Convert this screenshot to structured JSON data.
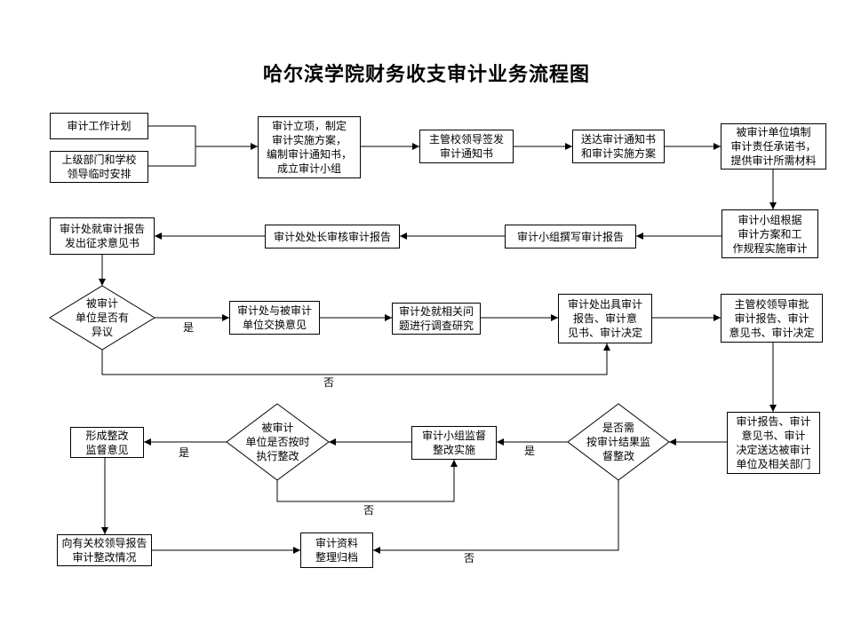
{
  "title": "哈尔滨学院财务收支审计业务流程图",
  "nodes": {
    "n1": "审计工作计划",
    "n2": "上级部门和学校\n领导临时安排",
    "n3": "审计立项，制定\n审计实施方案，\n编制审计通知书，\n成立审计小组",
    "n4": "主管校领导签发\n审计通知书",
    "n5": "送达审计通知书\n和审计实施方案",
    "n6": "被审计单位填制\n审计责任承诺书，\n提供审计所需材料",
    "n7": "审计小组根据\n审计方案和工\n作规程实施审计",
    "n8": "审计小组撰写审计报告",
    "n9": "审计处处长审核审计报告",
    "n10": "审计处就审计报告\n发出征求意见书",
    "d1": "被审计\n单位是否有\n异议",
    "n11": "审计处与被审计\n单位交换意见",
    "n12": "审计处就相关问\n题进行调查研究",
    "n13": "审计处出具审计\n报告、审计意\n见书、审计决定",
    "n14": "主管校领导审批\n审计报告、审计\n意见书、审计决定",
    "n15": "审计报告、审计\n意见书、审计\n决定送达被审计\n单位及相关部门",
    "d2": "是否需\n按审计结果监\n督整改",
    "n16": "审计小组监督\n整改实施",
    "d3": "被审计\n单位是否按时\n执行整改",
    "n17": "形成整改\n监督意见",
    "n18": "向有关校领导报告\n审计整改情况",
    "n19": "审计资料\n整理归档"
  },
  "labels": {
    "yes1": "是",
    "no1": "否",
    "yes2": "是",
    "yes3": "是",
    "no2": "否",
    "no3": "否"
  }
}
